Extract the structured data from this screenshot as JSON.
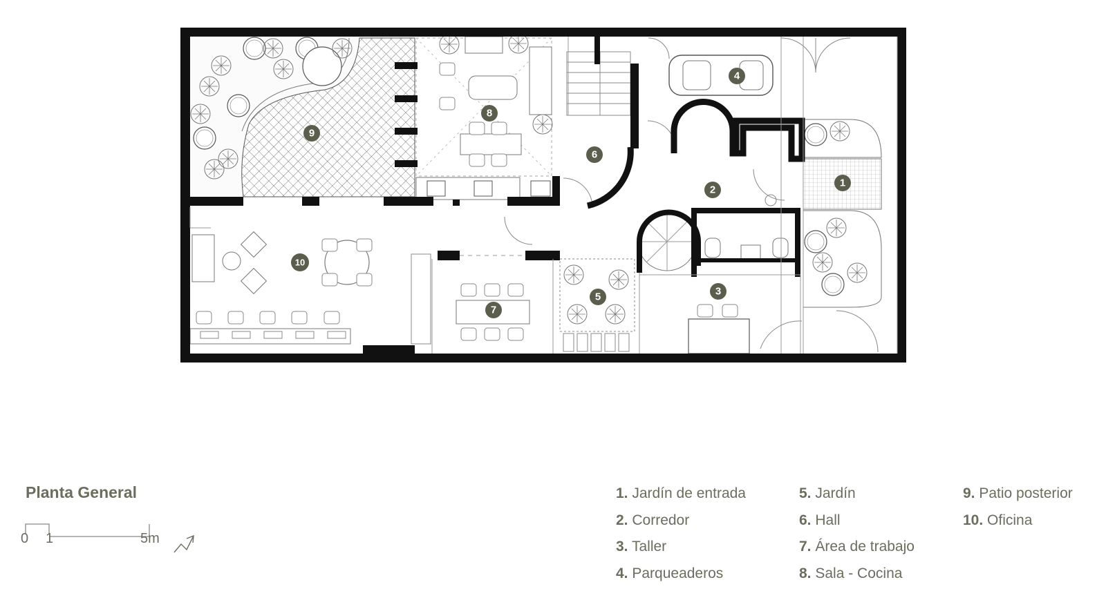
{
  "title": "Planta General",
  "scale": {
    "labels": [
      "0",
      "1",
      "5m"
    ]
  },
  "markers": [
    "1",
    "2",
    "3",
    "4",
    "5",
    "6",
    "7",
    "8",
    "9",
    "10"
  ],
  "legend": [
    {
      "num": "1.",
      "label": "Jardín de entrada"
    },
    {
      "num": "2.",
      "label": "Corredor"
    },
    {
      "num": "3.",
      "label": "Taller"
    },
    {
      "num": "4.",
      "label": "Parqueaderos"
    },
    {
      "num": "5.",
      "label": "Jardín"
    },
    {
      "num": "6.",
      "label": "Hall"
    },
    {
      "num": "7.",
      "label": "Área de trabajo"
    },
    {
      "num": "8.",
      "label": "Sala - Cocina"
    },
    {
      "num": "9.",
      "label": "Patio posterior"
    },
    {
      "num": "10.",
      "label": "Oficina"
    }
  ],
  "colors": {
    "wall": "#111111",
    "marker": "#5b5e4c",
    "text": "#6b6d5d",
    "line": "#9a9a9a"
  }
}
